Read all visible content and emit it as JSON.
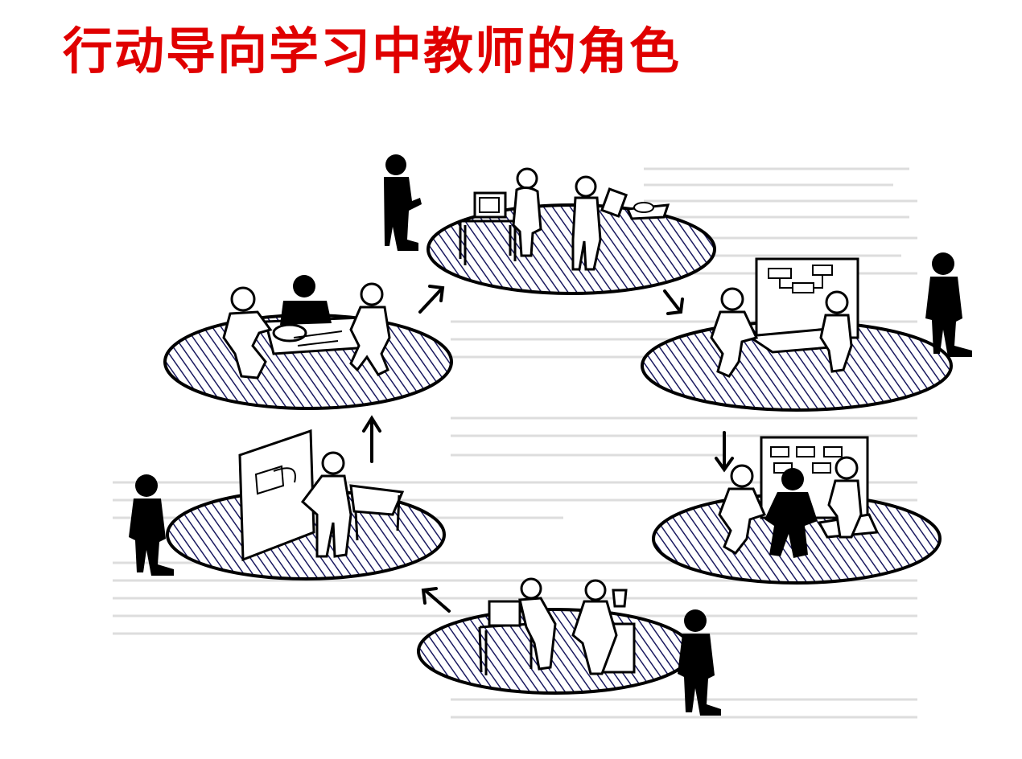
{
  "slide": {
    "title": "行动导向学习中教师的角色",
    "title_color": "#e00000"
  },
  "illustration": {
    "stations": [
      "planning-meeting",
      "design-discussion",
      "teacher-consult-at-board",
      "practical-work",
      "presentation-at-board",
      "computer-work"
    ],
    "figure_style": "black-silhouette teacher, line-drawn students",
    "disc_hatch_color": "#1a1a60"
  }
}
